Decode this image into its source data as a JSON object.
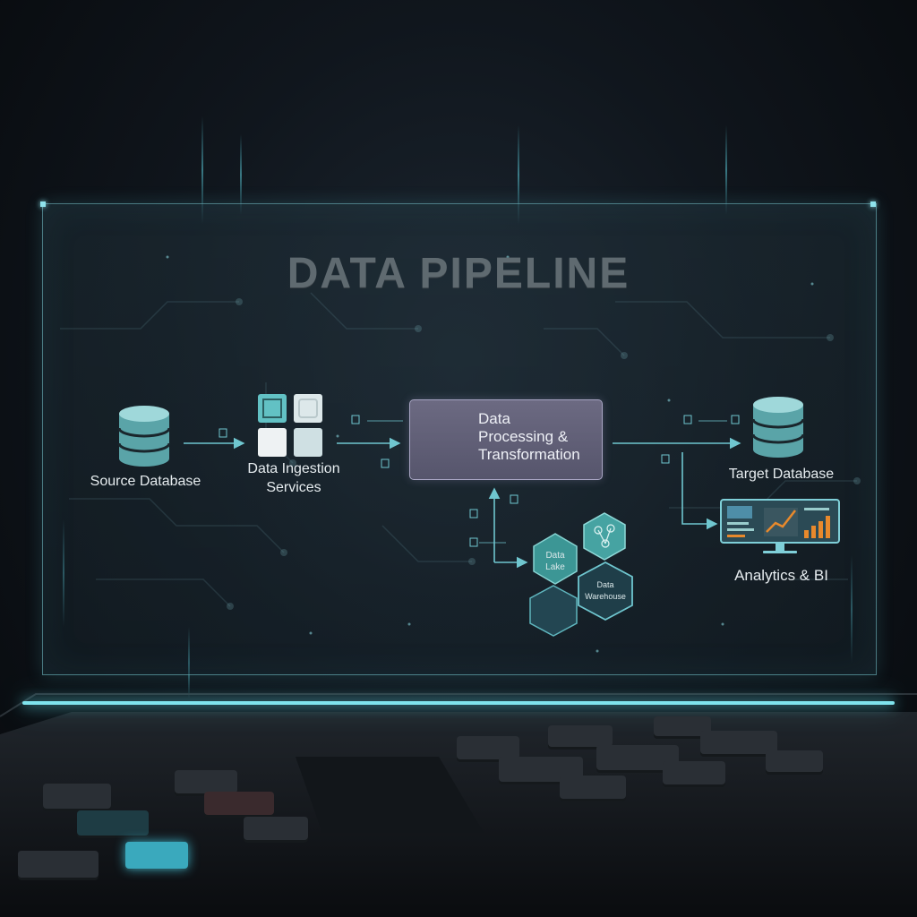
{
  "title": "DATA PIPELINE",
  "nodes": {
    "source": "Source Database",
    "ingestion": "Data Ingestion Services",
    "processing_line1": "Data",
    "processing_line2": "Processing &",
    "processing_line3": "Transformation",
    "target": "Target Database",
    "analytics": "Analytics & BI",
    "lake_line1": "Data",
    "lake_line2": "Lake",
    "warehouse_line1": "Data",
    "warehouse_line2": "Warehouse"
  },
  "ingestion_lines": [
    "Data Ingestion",
    "Services"
  ],
  "colors": {
    "accent": "#6fc6cf",
    "process_box": "#62617a",
    "chart_orange": "#e8892c",
    "panel_border": "#78c8d2"
  },
  "icons": {
    "source": "database-icon",
    "ingestion": "grid-icon",
    "processing": "gear-icon",
    "target": "database-icon",
    "analytics": "monitor-chart-icon",
    "lake": "hexagon-icon",
    "warehouse": "hexagon-icon",
    "network": "network-icon"
  }
}
